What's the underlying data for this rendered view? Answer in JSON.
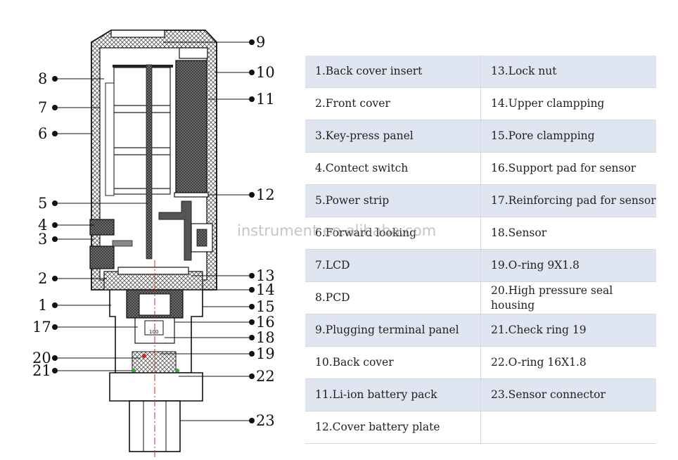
{
  "callouts": {
    "c1": "1",
    "c2": "2",
    "c3": "3",
    "c4": "4",
    "c5": "5",
    "c6": "6",
    "c7": "7",
    "c8": "8",
    "c9": "9",
    "c10": "10",
    "c11": "11",
    "c12": "12",
    "c13": "13",
    "c14": "14",
    "c15": "15",
    "c16": "16",
    "c17": "17",
    "c18": "18",
    "c19": "19",
    "c20": "20",
    "c21": "21",
    "c22": "22",
    "c23": "23"
  },
  "sensor_label": "100",
  "parts_table": {
    "rows": [
      {
        "left": "1.Back cover insert",
        "right": "13.Lock nut"
      },
      {
        "left": "2.Front cover",
        "right": "14.Upper clampping"
      },
      {
        "left": "3.Key-press panel",
        "right": "15.Pore clampping"
      },
      {
        "left": "4.Contect switch",
        "right": "16.Support pad for sensor"
      },
      {
        "left": "5.Power strip",
        "right": "17.Reinforcing pad for sensor"
      },
      {
        "left": "6.Forward looking",
        "right": "18.Sensor"
      },
      {
        "left": "7.LCD",
        "right": "19.O-ring 9X1.8"
      },
      {
        "left": "8.PCD",
        "right": "20.High pressure seal housing"
      },
      {
        "left": "9.Plugging terminal panel",
        "right": "21.Check ring 19"
      },
      {
        "left": "10.Back cover",
        "right": "22.O-ring 16X1.8"
      },
      {
        "left": "11.Li-ion battery pack",
        "right": "23.Sensor connector"
      },
      {
        "left": "12.Cover battery plate",
        "right": ""
      }
    ]
  },
  "watermark": "instrument.en.alibaba.com"
}
